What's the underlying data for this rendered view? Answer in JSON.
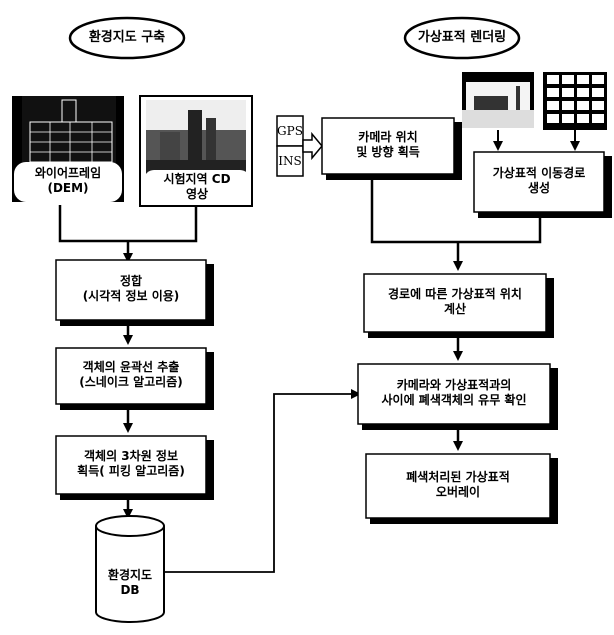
{
  "titles": {
    "left": "환경지도 구축",
    "right": "가상표적 렌더링"
  },
  "photos": {
    "wireframe": "와이어프레임\n(DEM)",
    "cd_image": "시험지역 CD\n영상"
  },
  "sensors": {
    "gps": "GPS",
    "ins": "INS"
  },
  "steps": {
    "registration": "정합\n(시각적 정보 이용)",
    "contour": "객체의 윤곽선 추출\n(스네이크 알고리즘)",
    "info3d": "객체의 3차원 정보\n획득( 피킹 알고리즘)",
    "camera": "카메라 위치\n및 방향 획득",
    "path_gen": "가상표적 이동경로\n생성",
    "position": "경로에 따른 가상표적 위치\n계산",
    "occlusion_check": "카메라와 가상표적과의\n사이에 폐색객체의 유무 확인",
    "overlay": "폐색처리된 가상표적\n오버레이"
  },
  "db": {
    "label": "환경지도\nDB"
  },
  "colors": {
    "ink": "#000000",
    "paper": "#ffffff"
  }
}
